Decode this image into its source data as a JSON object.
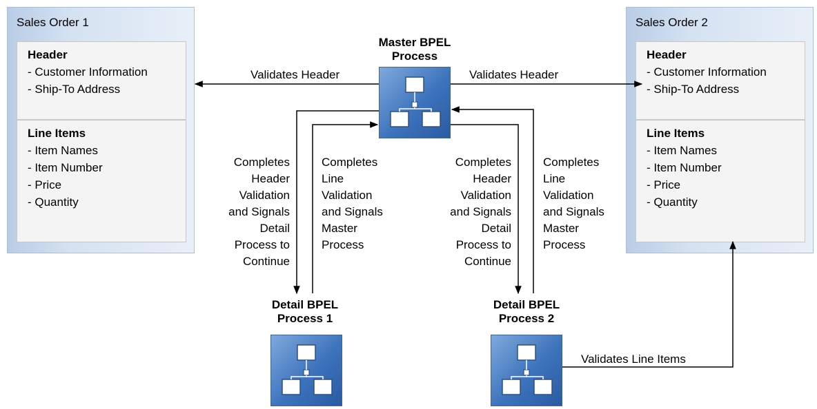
{
  "sales_order_1": {
    "title": "Sales Order 1",
    "header": {
      "title": "Header",
      "items": [
        "- Customer Information",
        "- Ship-To Address"
      ]
    },
    "line_items": {
      "title": "Line Items",
      "items": [
        "- Item Names",
        "- Item Number",
        "- Price",
        "- Quantity"
      ]
    }
  },
  "sales_order_2": {
    "title": "Sales Order 2",
    "header": {
      "title": "Header",
      "items": [
        "- Customer Information",
        "- Ship-To Address"
      ]
    },
    "line_items": {
      "title": "Line Items",
      "items": [
        "- Item Names",
        "- Item Number",
        "- Price",
        "- Quantity"
      ]
    }
  },
  "master_process": {
    "label_line1": "Master BPEL",
    "label_line2": "Process"
  },
  "detail_process_1": {
    "label_line1": "Detail BPEL",
    "label_line2": "Process 1"
  },
  "detail_process_2": {
    "label_line1": "Detail BPEL",
    "label_line2": "Process 2"
  },
  "flows": {
    "validates_header_left": "Validates Header",
    "validates_header_right": "Validates Header",
    "validates_line_items": "Validates Line Items",
    "header_signal_1": [
      "Completes",
      "Header",
      "Validation",
      "and Signals",
      "Detail",
      "Process to",
      "Continue"
    ],
    "line_signal_1": [
      "Completes",
      "Line",
      "Validation",
      "and Signals",
      "Master",
      "Process"
    ],
    "header_signal_2": [
      "Completes",
      "Header",
      "Validation",
      "and Signals",
      "Detail",
      "Process to",
      "Continue"
    ],
    "line_signal_2": [
      "Completes",
      "Line",
      "Validation",
      "and Signals",
      "Master",
      "Process"
    ]
  },
  "colors": {
    "icon_blue": "#3d73bd",
    "box_blue": "#c9d9ee",
    "line": "#000000"
  }
}
